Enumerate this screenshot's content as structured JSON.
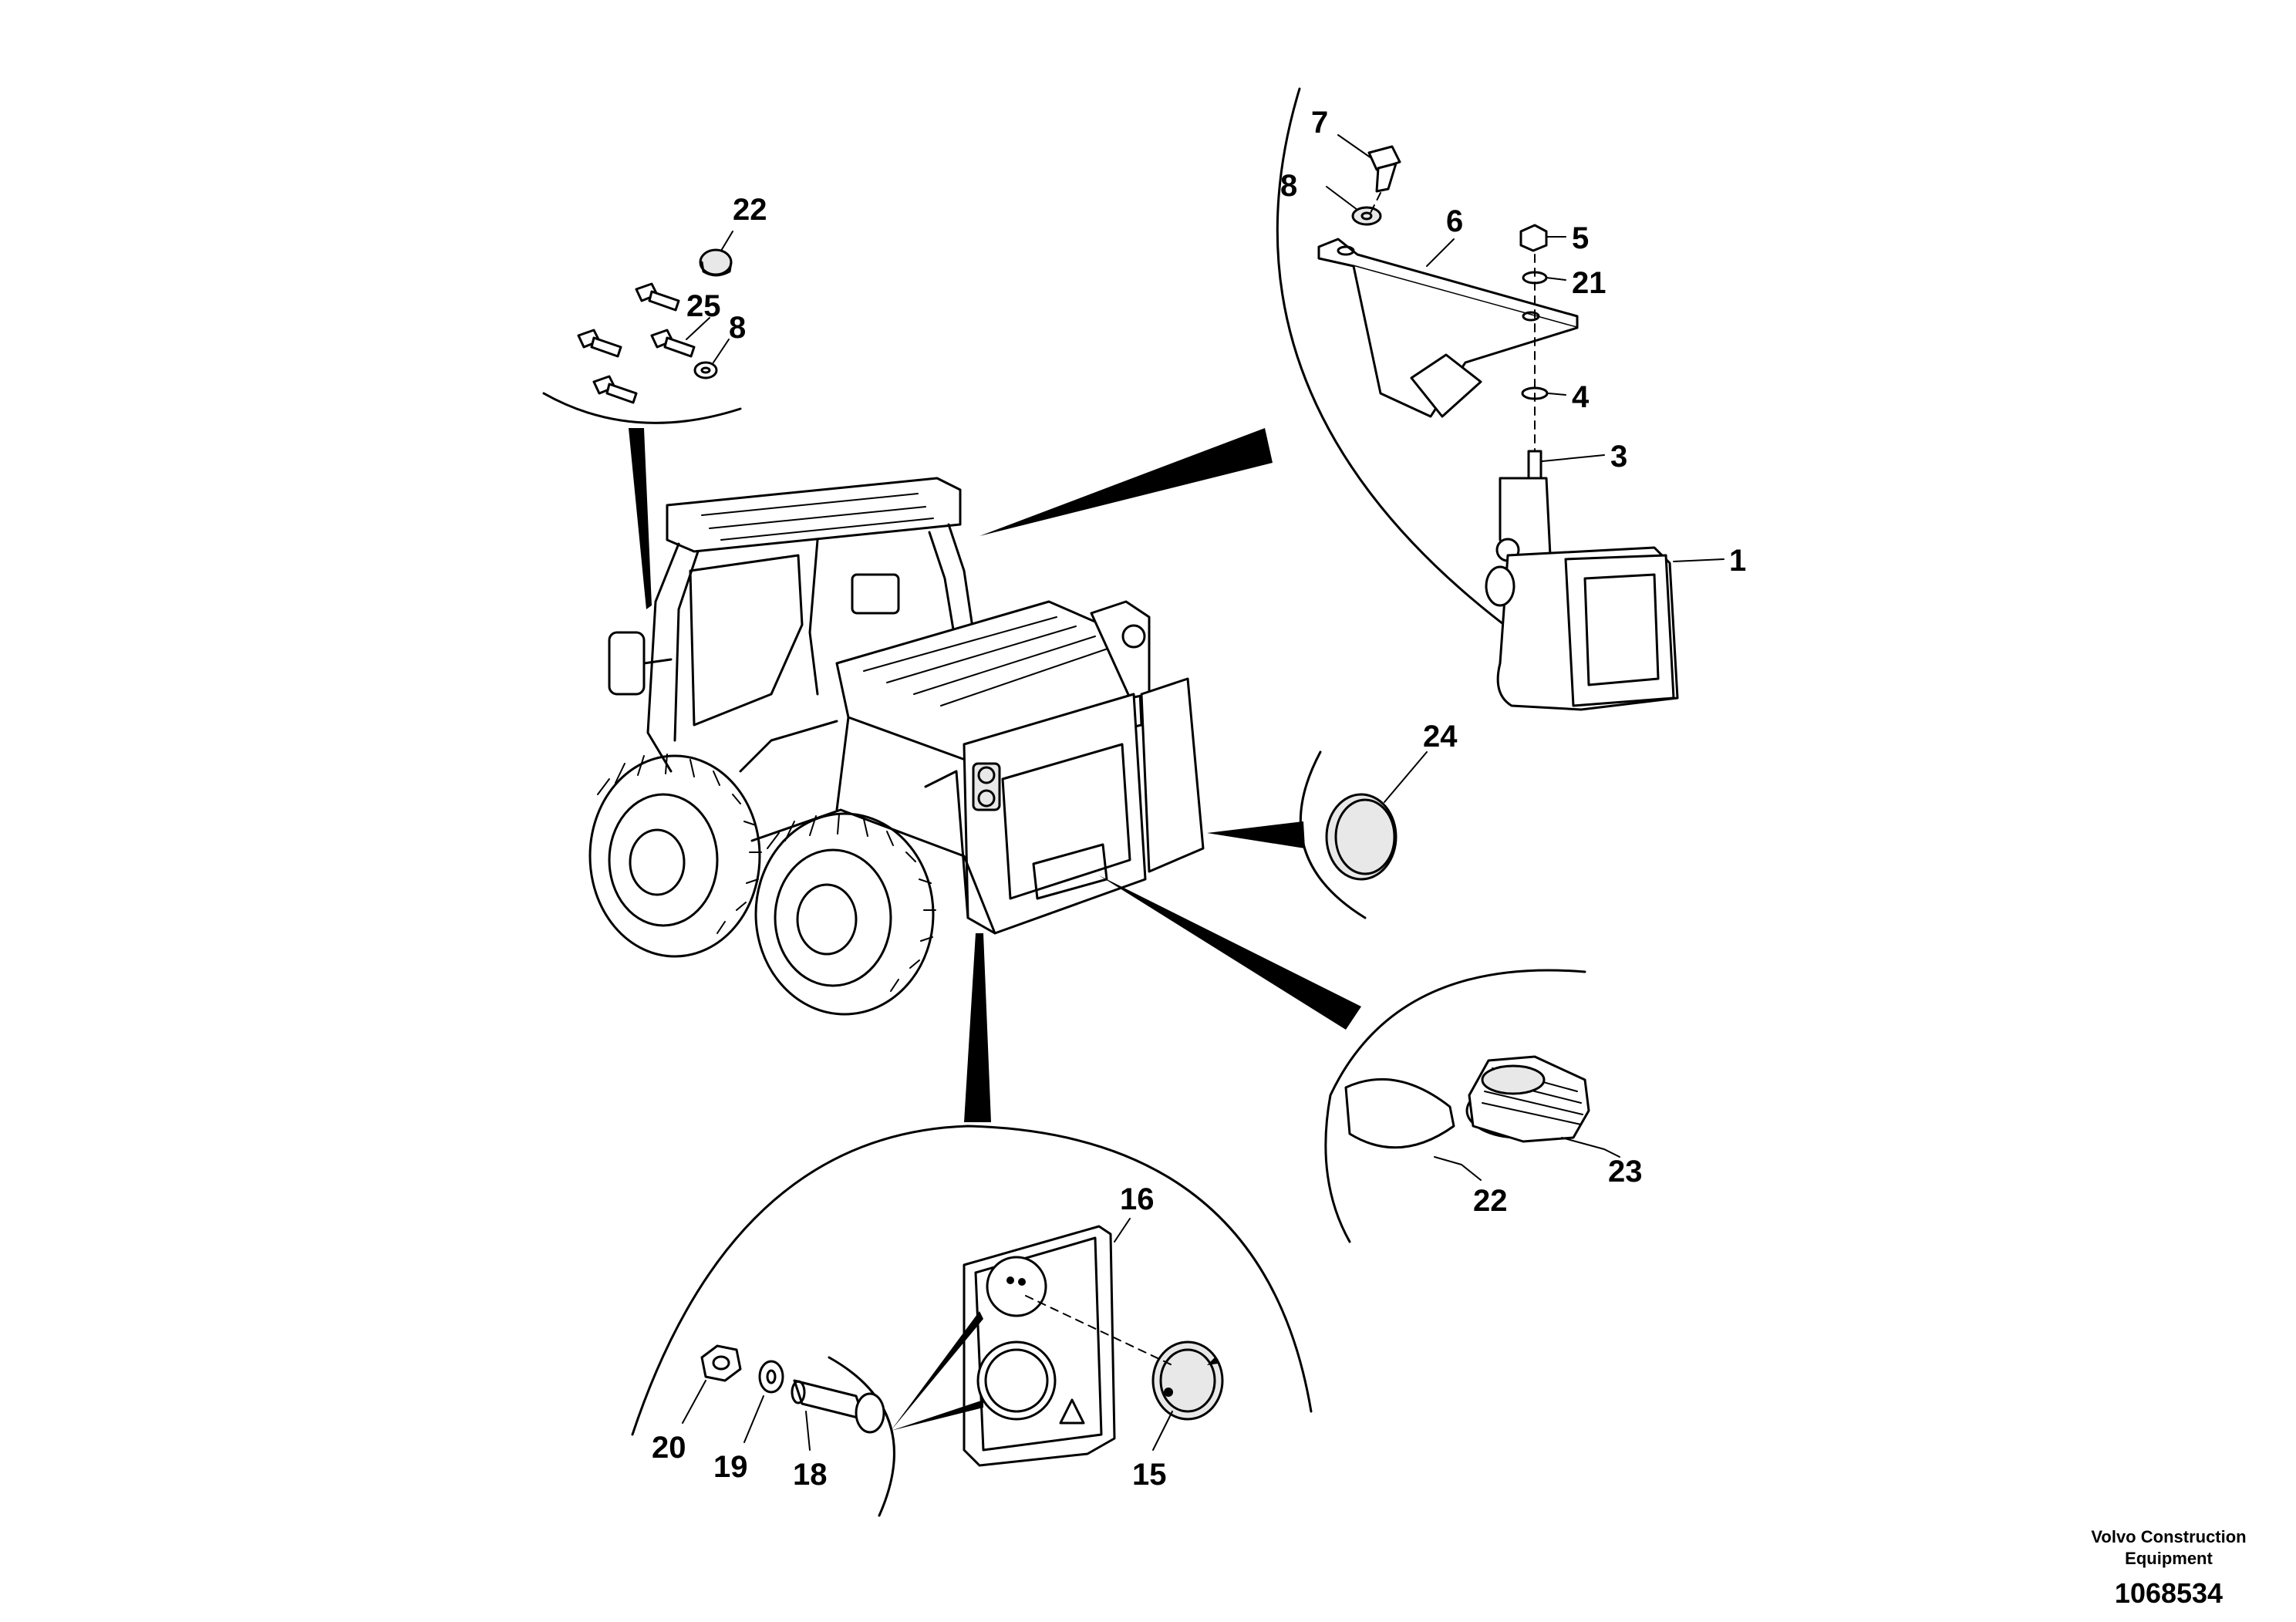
{
  "callouts": {
    "c1": "1",
    "c3": "3",
    "c4": "4",
    "c5": "5",
    "c6": "6",
    "c7": "7",
    "c8_top": "8",
    "c21": "21",
    "c22_top": "22",
    "c25": "25",
    "c8_left": "8",
    "c24": "24",
    "c22_right": "22",
    "c23": "23",
    "c16": "16",
    "c15": "15",
    "c18": "18",
    "c19": "19",
    "c20": "20"
  },
  "footer": {
    "company_line1": "Volvo Construction",
    "company_line2": "Equipment",
    "drawing_number": "1068534"
  }
}
